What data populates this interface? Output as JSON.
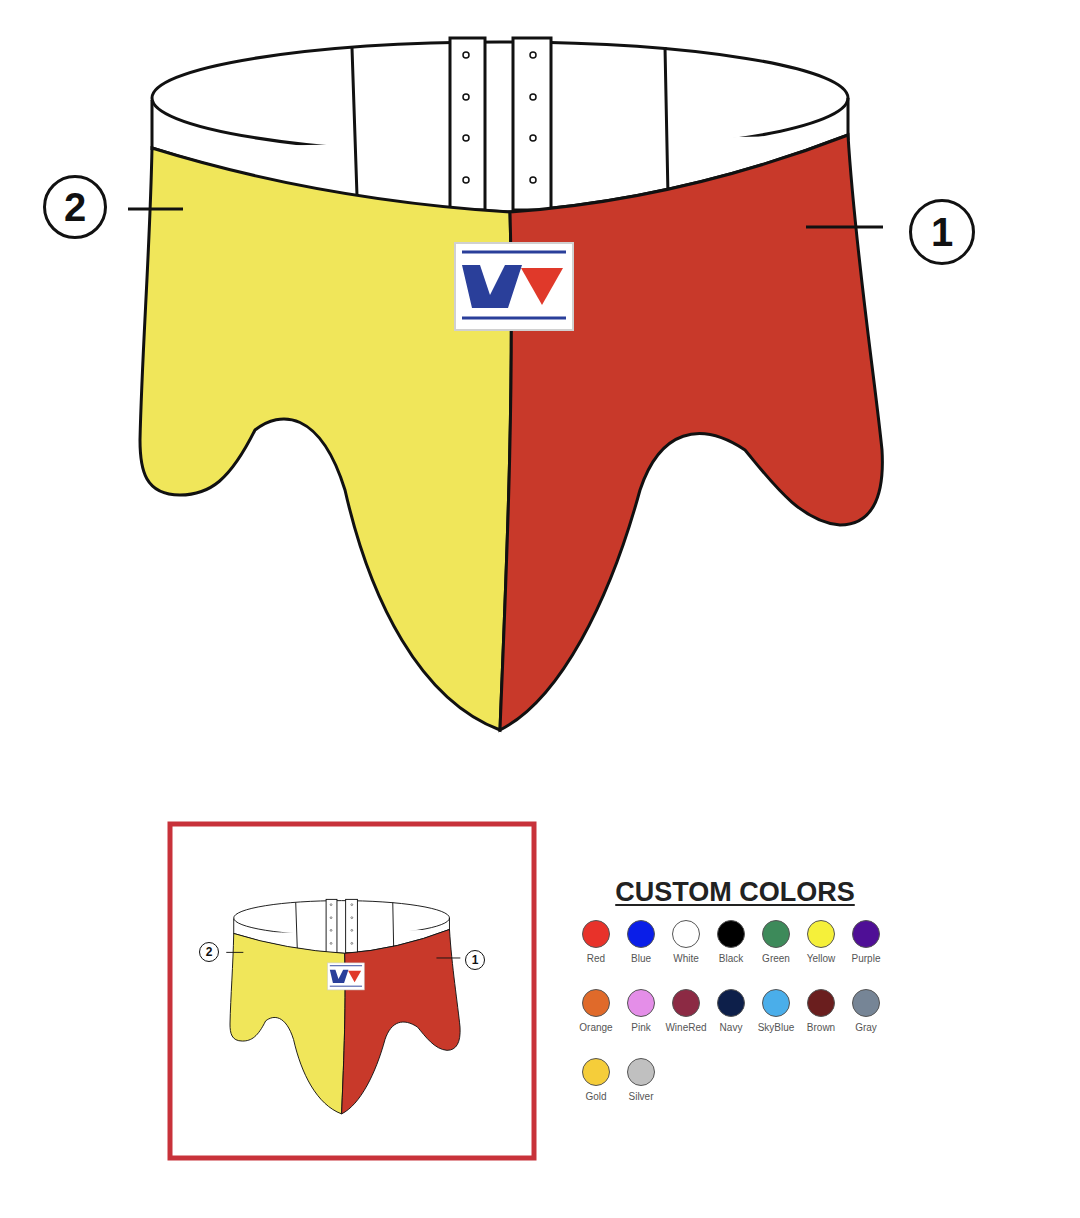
{
  "diagram": {
    "nodes": [
      {
        "text": [
          "2"
        ]
      },
      {
        "text": [
          "1"
        ]
      },
      {
        "text": [
          "2"
        ]
      },
      {
        "text": [
          "1"
        ]
      }
    ],
    "labels": [
      "CUSTOM COLORS"
    ],
    "legend": [
      {
        "text": "Red",
        "color": "#e8322a"
      },
      {
        "text": "Blue",
        "color": "#0a1ee8"
      },
      {
        "text": "White",
        "color": "#ffffff"
      },
      {
        "text": "Black",
        "color": "#000000"
      },
      {
        "text": "Green",
        "color": "#3d8a5a"
      },
      {
        "text": "Yellow",
        "color": "#f5f03a"
      },
      {
        "text": "Purple",
        "color": "#4f0f96"
      },
      {
        "text": "Orange",
        "color": "#e06a2a"
      },
      {
        "text": "Pink",
        "color": "#e48ee8"
      },
      {
        "text": "WineRed",
        "color": "#8c2a44"
      },
      {
        "text": "Navy",
        "color": "#0d1f4a"
      },
      {
        "text": "SkyBlue",
        "color": "#4aaeea"
      },
      {
        "text": "Brown",
        "color": "#6a1e1e"
      },
      {
        "text": "Gray",
        "color": "#768596"
      },
      {
        "text": "Gold",
        "color": "#f5cd3a"
      },
      {
        "text": "Silver",
        "color": "#c0c0c0"
      }
    ]
  }
}
